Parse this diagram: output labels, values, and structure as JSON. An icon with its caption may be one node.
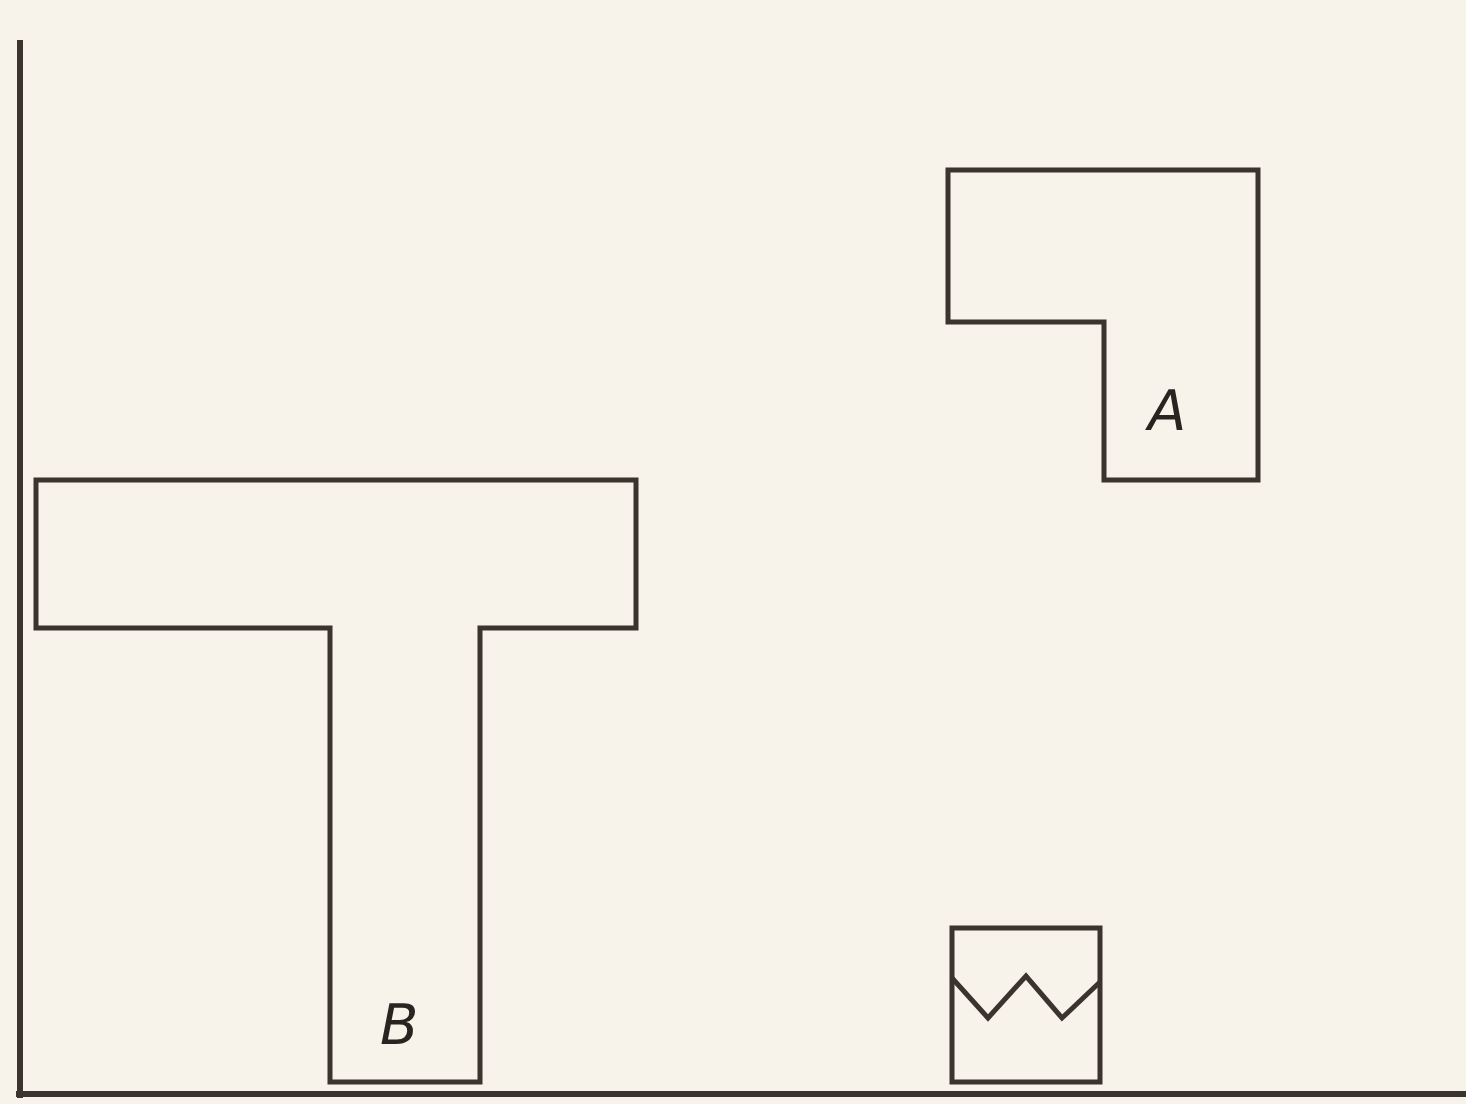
{
  "diagram": {
    "nodes": [
      {
        "text": [
          "A"
        ]
      },
      {
        "text": [
          "B"
        ]
      },
      {
        "text": [],
        "shape": "box"
      }
    ]
  }
}
